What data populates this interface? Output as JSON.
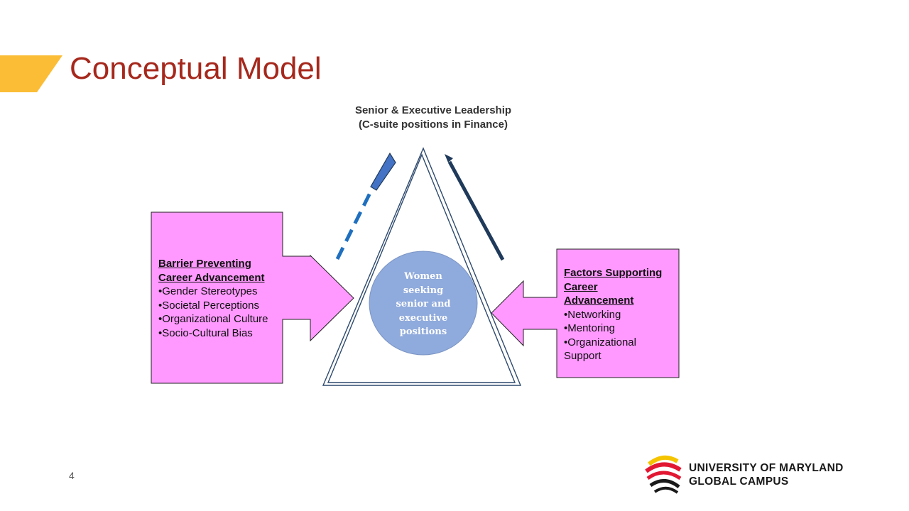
{
  "slide": {
    "title": "Conceptual Model",
    "page_number": "4"
  },
  "diagram": {
    "top_label_line1": "Senior & Executive Leadership",
    "top_label_line2": "(C-suite positions in Finance)",
    "center": {
      "line1": "Women",
      "line2": "seeking",
      "line3": "senior and",
      "line4": "executive",
      "line5": "positions"
    },
    "left_box": {
      "heading_line1": "Barrier Preventing",
      "heading_line2": "Career Advancement",
      "items": [
        "•Gender Stereotypes",
        "•Societal Perceptions",
        "•Organizational Culture",
        "•Socio-Cultural Bias"
      ]
    },
    "right_box": {
      "heading_line1": "Factors Supporting",
      "heading_line2": "Career",
      "heading_line3": "Advancement",
      "items": [
        "•Networking",
        "•Mentoring",
        "•Organizational",
        "Support"
      ]
    }
  },
  "logo": {
    "line1": "UNIVERSITY OF MARYLAND",
    "line2": "GLOBAL CAMPUS"
  },
  "colors": {
    "accent": "#fbbd36",
    "title": "#a6281c",
    "box_fill": "#ff99ff",
    "circle_fill": "#8faadc",
    "arrow_left": "#1f6fbf",
    "arrow_right": "#1f3a5a",
    "triangle": "#2e4a6e"
  }
}
